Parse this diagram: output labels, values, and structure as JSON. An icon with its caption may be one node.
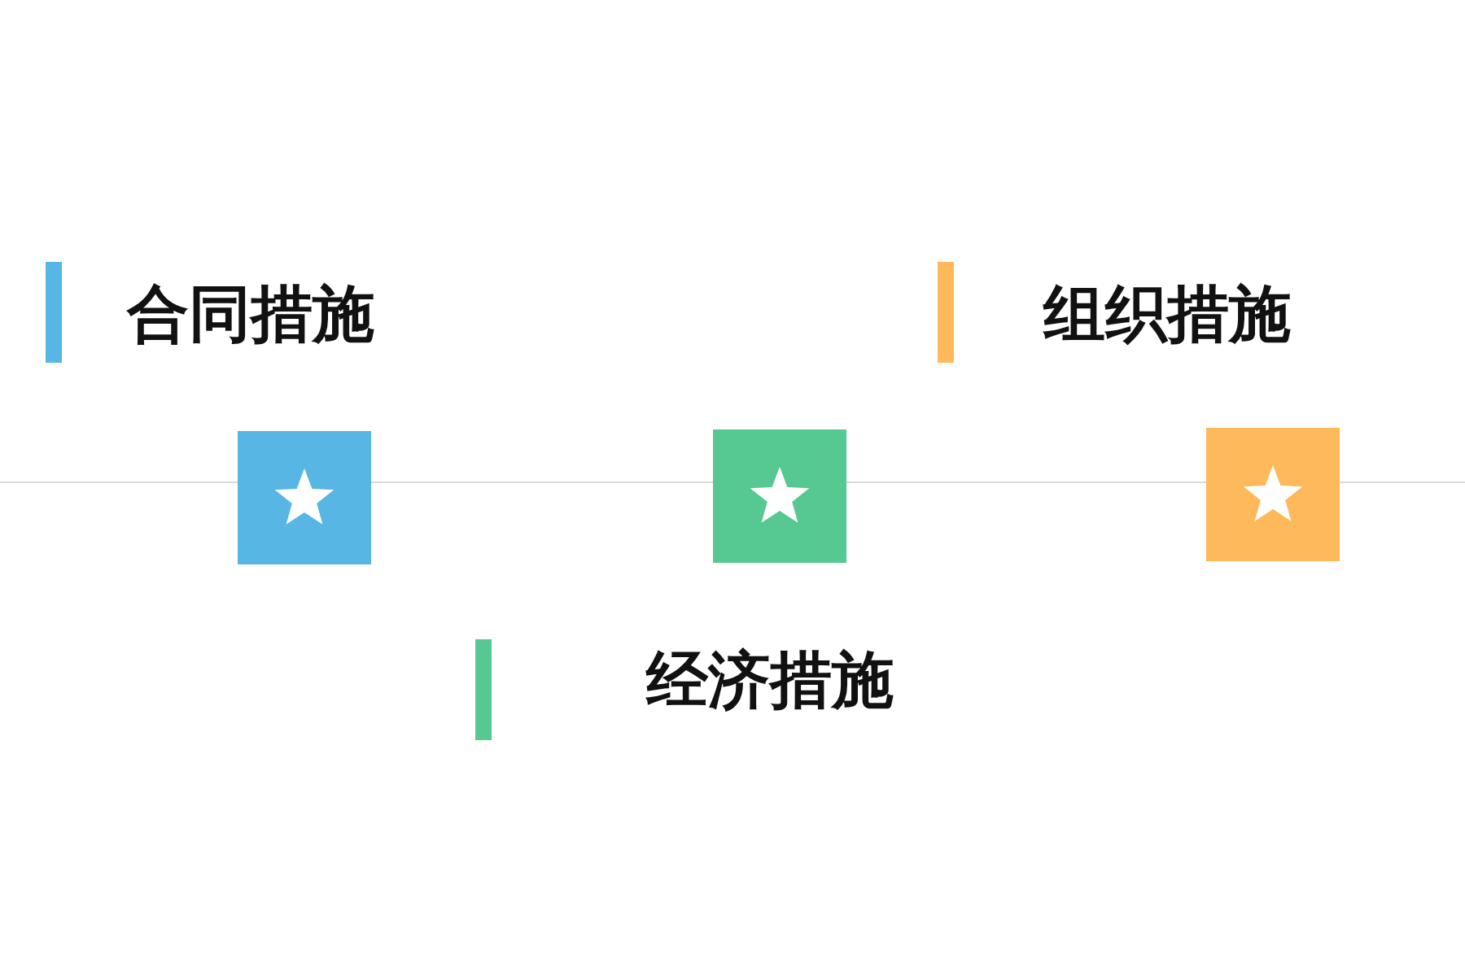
{
  "diagram": {
    "labels": [
      "合同措施",
      "组织措施",
      "经济措施"
    ]
  }
}
